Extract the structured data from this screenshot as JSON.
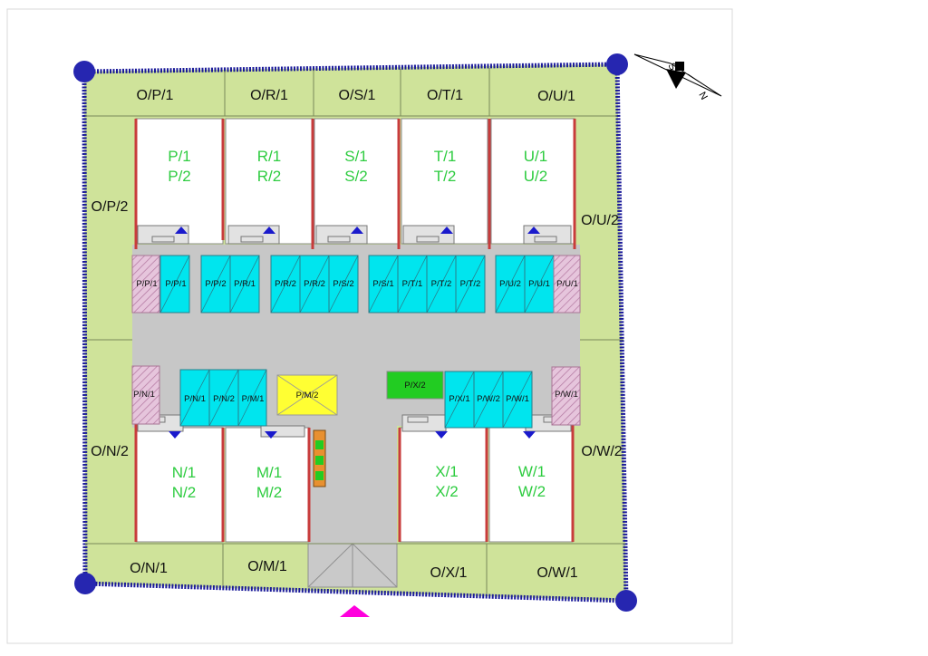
{
  "compass": {
    "s": "S",
    "n": "N"
  },
  "colors": {
    "boundary": "#1a1a99",
    "corner": "#2626b0",
    "green_strip": "#cfe39a",
    "road": "#c7c7c7",
    "parking": "#00e5ee",
    "yellow": "#ffff33",
    "green_slot": "#22cc22",
    "unit_text": "#33cc33",
    "wall_red": "#c83c3c",
    "hatch": "#d9a9c9",
    "entrance_marker": "#ff00dd"
  },
  "perimeter_plots": {
    "top": [
      "O/P/1",
      "O/R/1",
      "O/S/1",
      "O/T/1",
      "O/U/1"
    ],
    "left": [
      "O/P/2",
      "O/N/2"
    ],
    "right": [
      "O/U/2",
      "O/W/2"
    ],
    "bottom": [
      "O/N/1",
      "O/M/1",
      "O/X/1",
      "O/W/1"
    ]
  },
  "units": {
    "top": [
      {
        "l1": "P/1",
        "l2": "P/2"
      },
      {
        "l1": "R/1",
        "l2": "R/2"
      },
      {
        "l1": "S/1",
        "l2": "S/2"
      },
      {
        "l1": "T/1",
        "l2": "T/2"
      },
      {
        "l1": "U/1",
        "l2": "U/2"
      }
    ],
    "bottom": [
      {
        "l1": "N/1",
        "l2": "N/2"
      },
      {
        "l1": "M/1",
        "l2": "M/2"
      },
      {
        "l1": "X/1",
        "l2": "X/2"
      },
      {
        "l1": "W/1",
        "l2": "W/2"
      }
    ]
  },
  "parking": {
    "top": [
      "P/P/1",
      "P/P/1",
      "P/P/2",
      "P/R/1",
      "P/R/2",
      "P/R/2",
      "P/S/2",
      "P/S/1",
      "P/T/1",
      "P/T/2",
      "P/T/2",
      "P/U/2",
      "P/U/1",
      "P/U/1"
    ],
    "bottom_left": [
      "P/N/1",
      "P/N/1",
      "P/N/2",
      "P/M/1"
    ],
    "bottom_right": [
      "P/X/1",
      "P/W/2",
      "P/W/1",
      "P/W/1"
    ],
    "center_yellow": "P/M/2",
    "center_green": "P/X/2"
  }
}
